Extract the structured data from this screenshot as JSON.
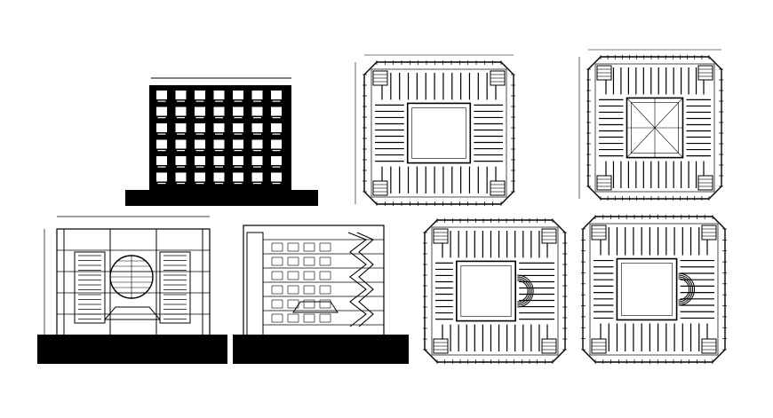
{
  "colors": {
    "background": "#ffffff",
    "ink": "#000000"
  },
  "drawings": [
    {
      "id": "front-elevation",
      "kind": "elevation"
    },
    {
      "id": "section-a",
      "kind": "section"
    },
    {
      "id": "section-b",
      "kind": "section"
    },
    {
      "id": "plan-1",
      "kind": "floor-plan"
    },
    {
      "id": "plan-2",
      "kind": "floor-plan"
    },
    {
      "id": "plan-3",
      "kind": "floor-plan"
    },
    {
      "id": "plan-4",
      "kind": "floor-plan"
    }
  ]
}
